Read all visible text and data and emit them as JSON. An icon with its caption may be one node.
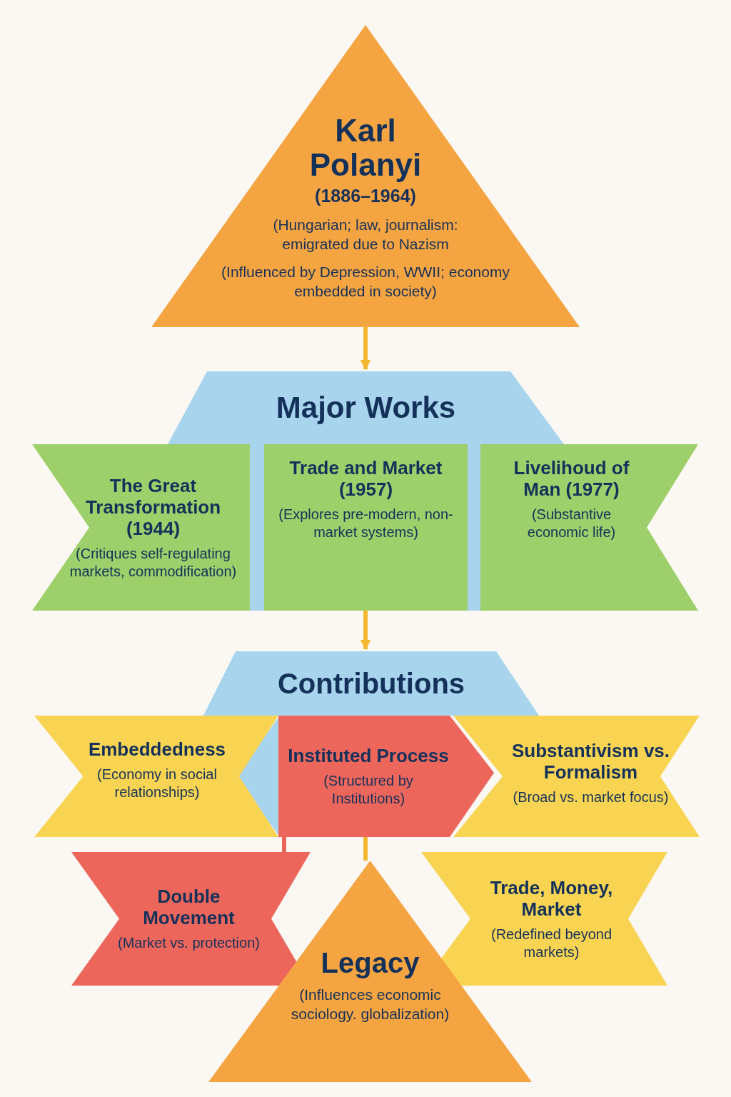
{
  "diagram": {
    "nodes": [
      {
        "text": [
          "Karl Polanyi",
          "(1886–1964)",
          "(Hungarian; law, journalism: emigrated due to Nazism",
          "(Influenced by Depression, WWII; economy embedded in society)"
        ]
      },
      {
        "text": [
          "Major Works"
        ]
      },
      {
        "text": [
          "The Great Transformation (1944)",
          "(Critiques self-regulating markets, commodification)"
        ]
      },
      {
        "text": [
          "Trade and Market (1957)",
          "(Explores pre-modern, non-market systems)"
        ]
      },
      {
        "text": [
          "Livelihoud of Man (1977)",
          "(Substantive economic life)"
        ]
      },
      {
        "text": [
          "Contributions"
        ]
      },
      {
        "text": [
          "Embeddedness",
          "(Economy in social relationships)"
        ]
      },
      {
        "text": [
          "Instituted Process",
          "(Structured by Institutions)"
        ]
      },
      {
        "text": [
          "Substantivism vs. Formalism",
          "(Broad vs. market focus)"
        ]
      },
      {
        "text": [
          "Double Movement",
          "(Market vs. protection)"
        ]
      },
      {
        "text": [
          "Trade, Money, Market",
          "(Redefined beyond markets)"
        ]
      },
      {
        "text": [
          "Legacy",
          "(Influences economic sociology. globalization)"
        ]
      }
    ],
    "edges": [
      {
        "from": 0,
        "to": 1,
        "arrow": "to"
      },
      {
        "from": 3,
        "to": 5,
        "arrow": "to"
      },
      {
        "from": 7,
        "to": 9,
        "arrow": "none",
        "color": "#e9655b"
      },
      {
        "from": 7,
        "to": 11,
        "arrow": "none"
      }
    ]
  }
}
